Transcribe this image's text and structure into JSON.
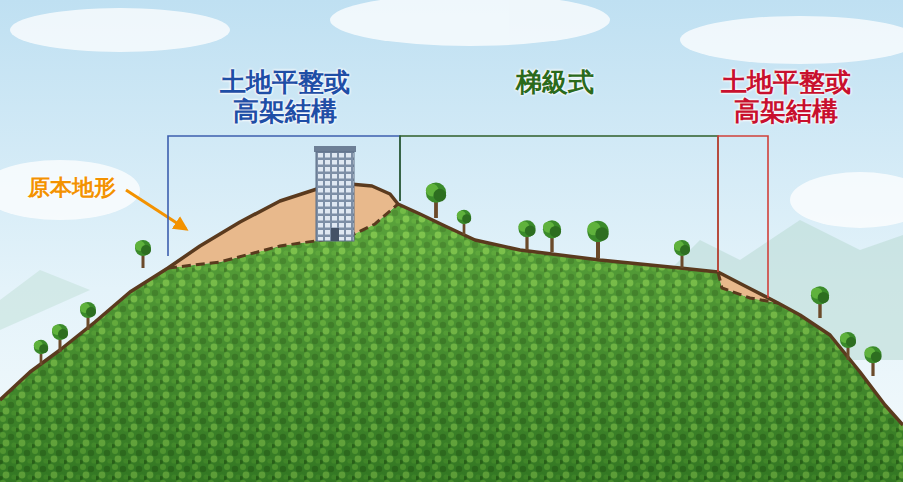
{
  "diagram": {
    "nodes": [
      {
        "text": [
          "土地平整或 高架結構"
        ]
      },
      {
        "text": [
          "梯級式"
        ]
      },
      {
        "text": [
          "土地平整或 高架結構"
        ]
      }
    ],
    "labels": [
      "原本地形"
    ]
  }
}
